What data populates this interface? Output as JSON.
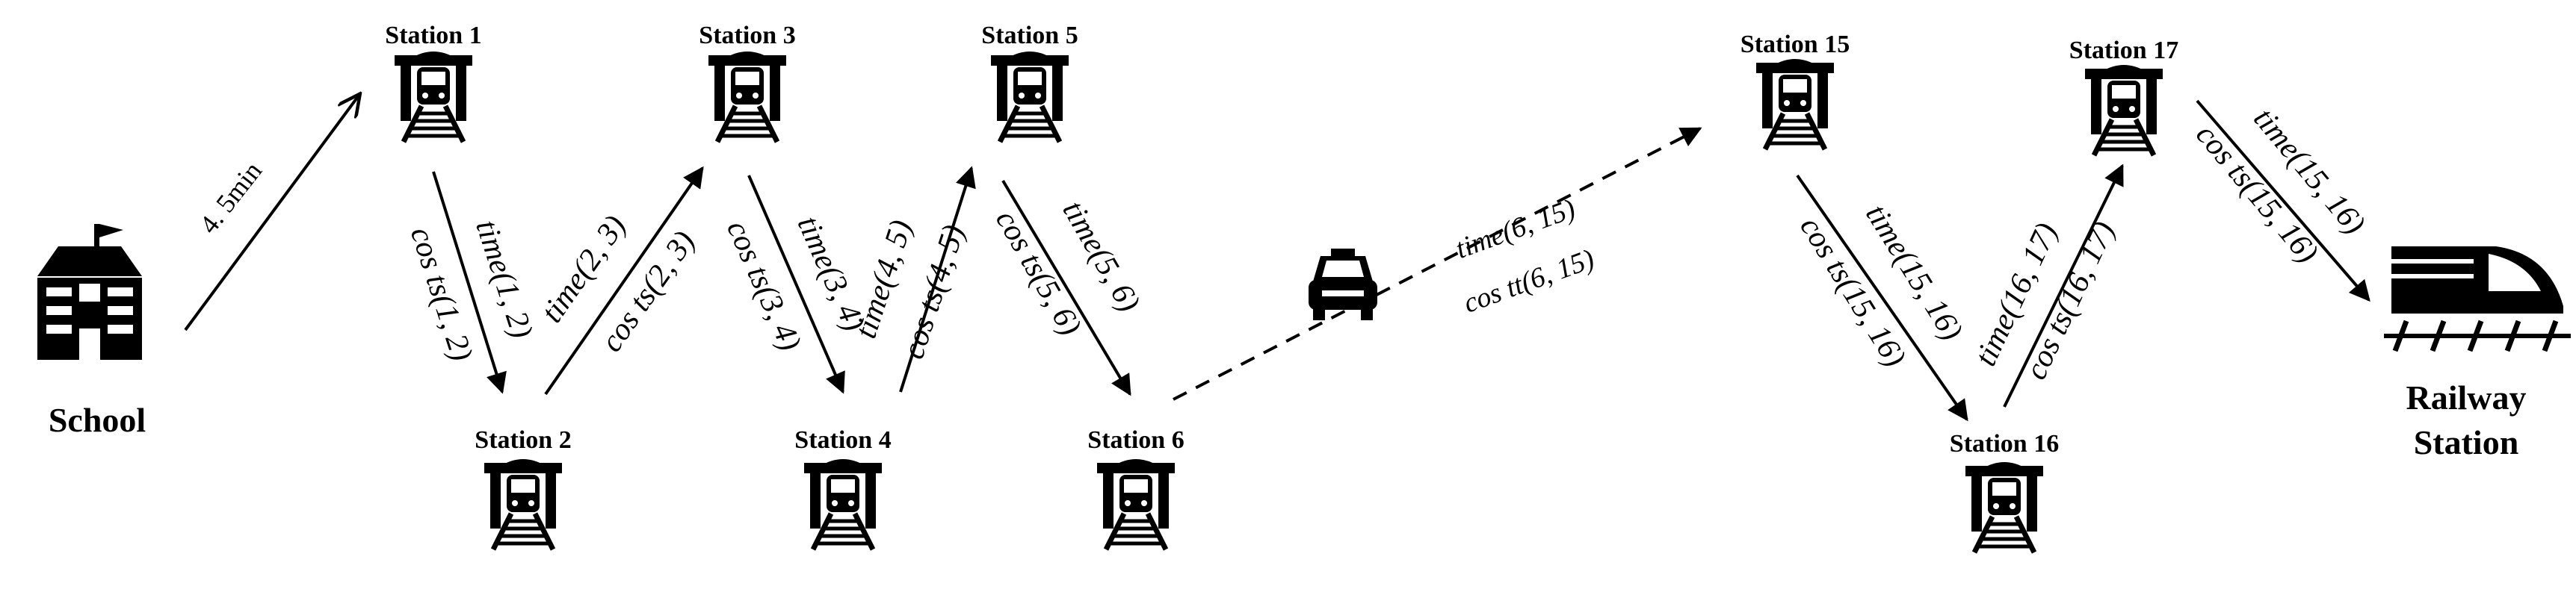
{
  "stations": {
    "s1": "Station 1",
    "s2": "Station 2",
    "s3": "Station 3",
    "s4": "Station 4",
    "s5": "Station 5",
    "s6": "Station 6",
    "s15": "Station 15",
    "s16": "Station 16",
    "s17": "Station 17"
  },
  "places": {
    "school": "School",
    "railway_line1": "Railway",
    "railway_line2": "Station"
  },
  "edges": {
    "school_s1": "4. 5min",
    "s1_s2": {
      "time": "time(1, 2)",
      "cost": "cos ts(1, 2)"
    },
    "s2_s3": {
      "time": "time(2, 3)",
      "cost": "cos ts(2, 3)"
    },
    "s3_s4": {
      "time": "time(3, 4)",
      "cost": "cos ts(3, 4)"
    },
    "s4_s5": {
      "time": "time(4, 5)",
      "cost": "cos ts(4, 5)"
    },
    "s5_s6": {
      "time": "time(5, 6)",
      "cost": "cos ts(5, 6)"
    },
    "s6_s15": {
      "time": "time(6, 15)",
      "cost": "cos tt(6, 15)"
    },
    "s15_s16": {
      "time": "time(15, 16)",
      "cost": "cos ts(15, 16)"
    },
    "s16_s17": {
      "time": "time(16, 17)",
      "cost": "cos ts(16, 17)"
    },
    "s17_rail": {
      "time": "time(15, 16)",
      "cost": "cos ts(15, 16)"
    }
  },
  "icons": [
    "school-icon",
    "metro-station-icon",
    "taxi-icon",
    "high-speed-train-icon"
  ]
}
